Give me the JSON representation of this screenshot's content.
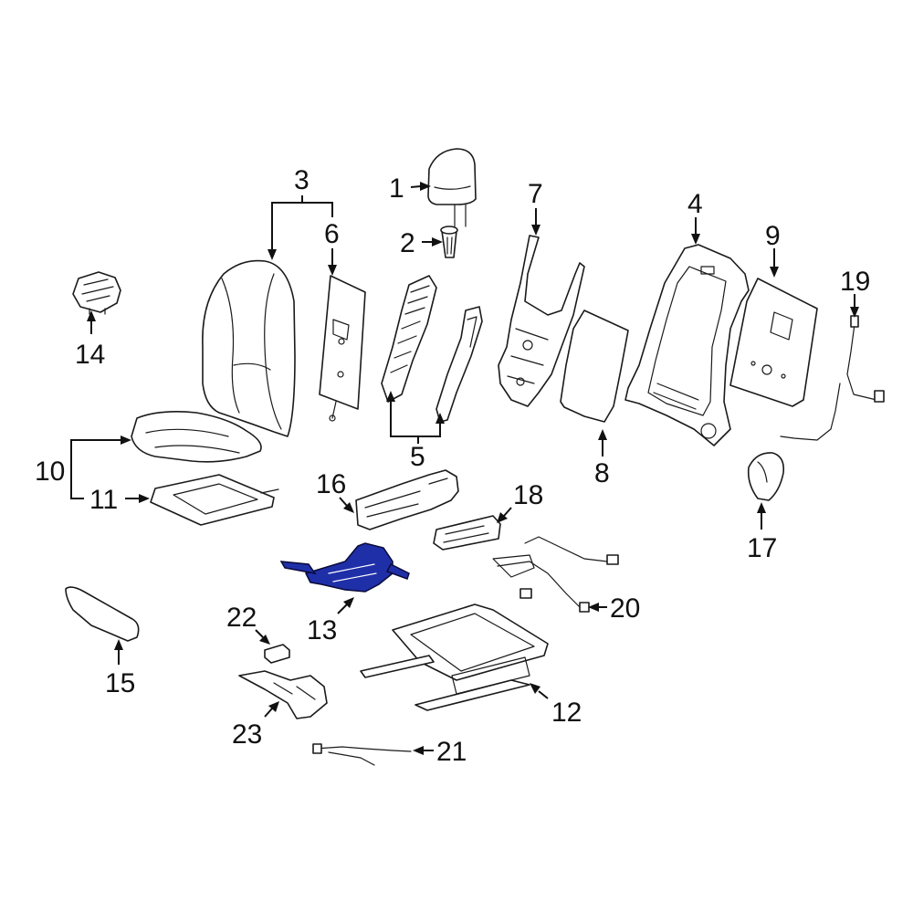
{
  "diagram": {
    "highlight_color": "#1f2fa8",
    "outline_color": "#1a1a1a",
    "highlighted_part": "13",
    "callouts": [
      {
        "id": "c1",
        "label": "1"
      },
      {
        "id": "c2",
        "label": "2"
      },
      {
        "id": "c3",
        "label": "3"
      },
      {
        "id": "c4",
        "label": "4"
      },
      {
        "id": "c5",
        "label": "5"
      },
      {
        "id": "c6",
        "label": "6"
      },
      {
        "id": "c7",
        "label": "7"
      },
      {
        "id": "c8",
        "label": "8"
      },
      {
        "id": "c9",
        "label": "9"
      },
      {
        "id": "c10",
        "label": "10"
      },
      {
        "id": "c11",
        "label": "11"
      },
      {
        "id": "c12",
        "label": "12"
      },
      {
        "id": "c13",
        "label": "13"
      },
      {
        "id": "c14",
        "label": "14"
      },
      {
        "id": "c15",
        "label": "15"
      },
      {
        "id": "c16",
        "label": "16"
      },
      {
        "id": "c17",
        "label": "17"
      },
      {
        "id": "c18",
        "label": "18"
      },
      {
        "id": "c19",
        "label": "19"
      },
      {
        "id": "c20",
        "label": "20"
      },
      {
        "id": "c21",
        "label": "21"
      },
      {
        "id": "c22",
        "label": "22"
      },
      {
        "id": "c23",
        "label": "23"
      }
    ]
  }
}
